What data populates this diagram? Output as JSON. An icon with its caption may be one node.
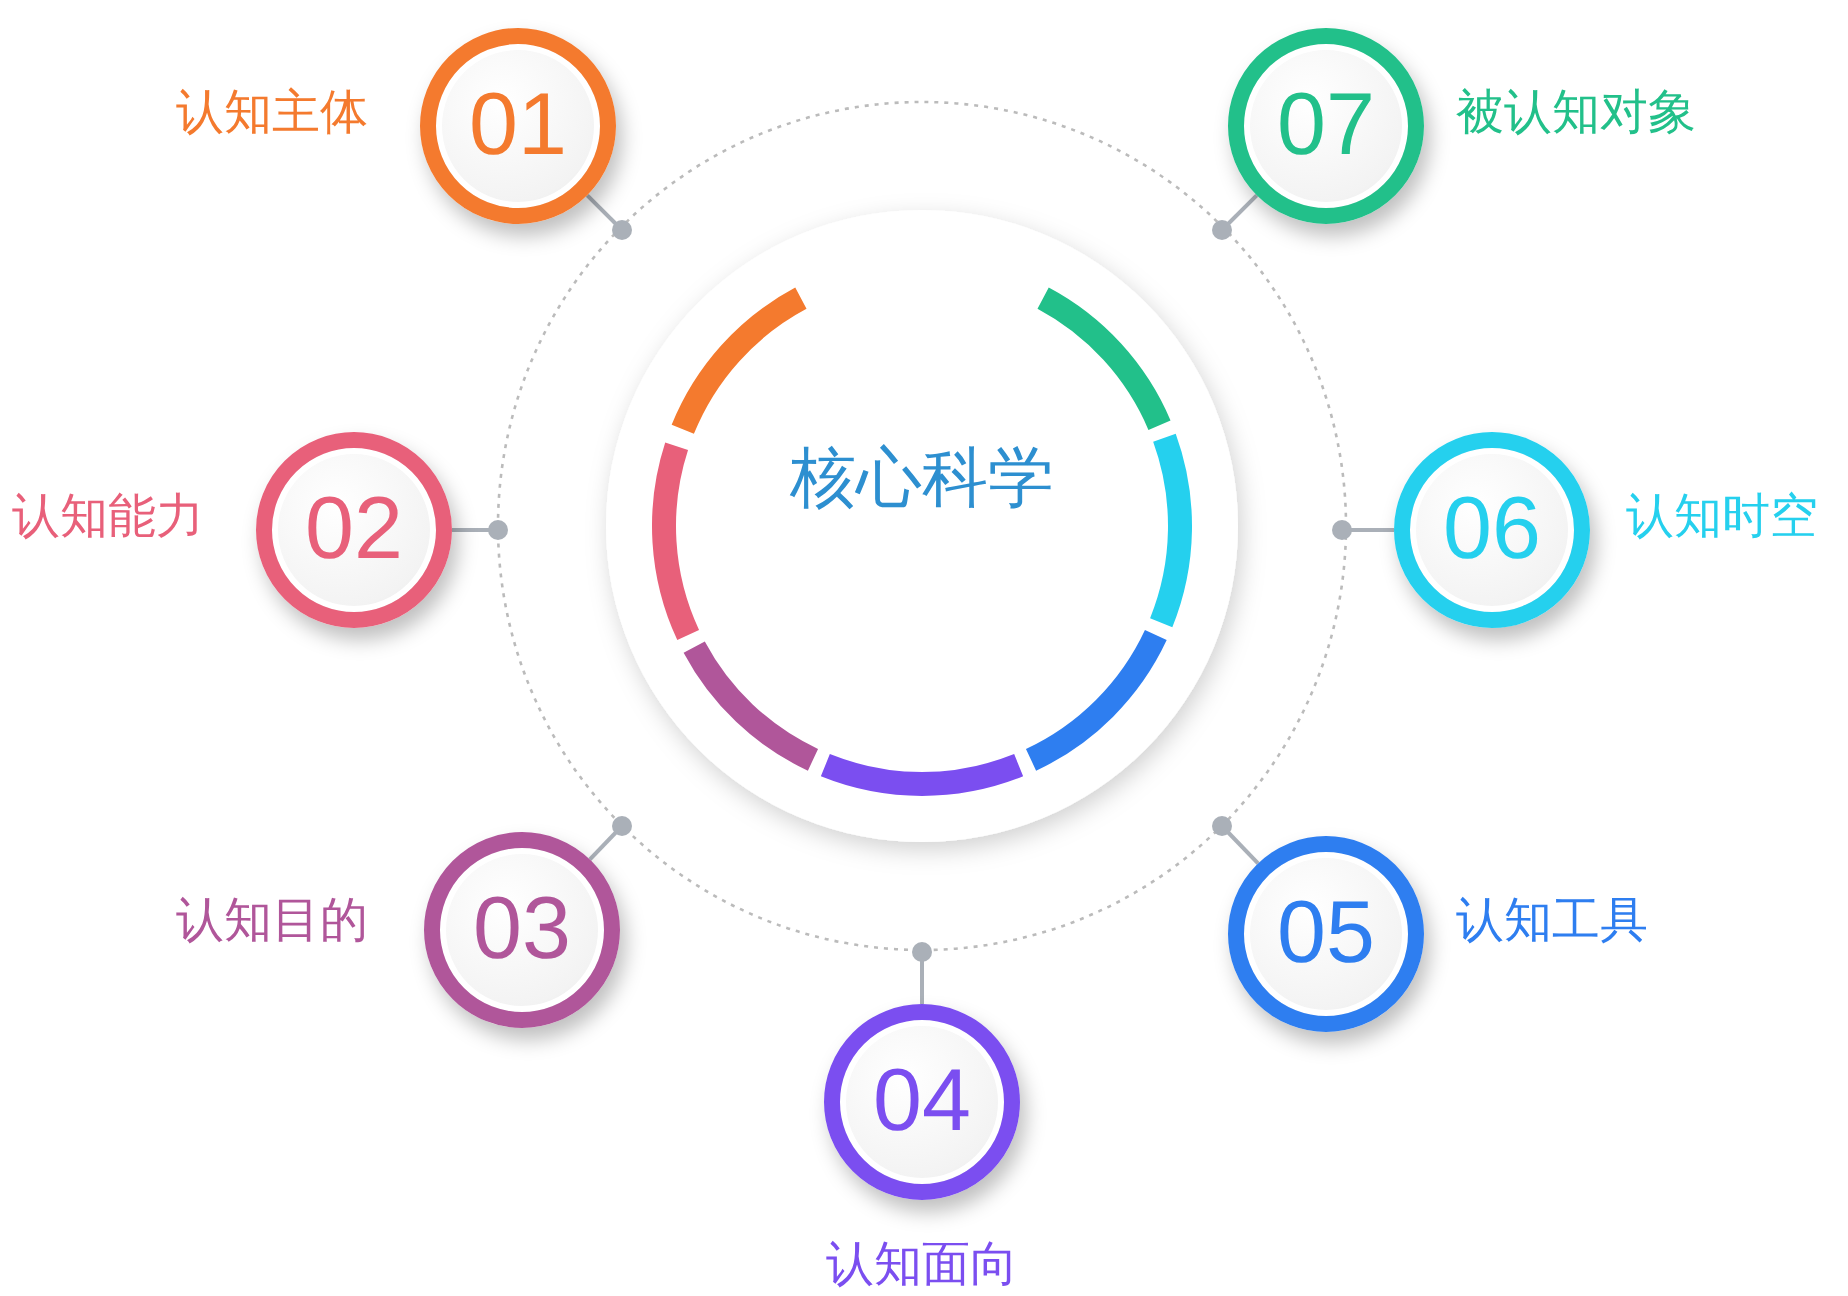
{
  "diagram": {
    "nodes": [
      {
        "text": [
          "核心科学"
        ]
      },
      {
        "text": [
          "01"
        ],
        "beside": [
          "认知主体"
        ]
      },
      {
        "text": [
          "02"
        ],
        "beside": [
          "认知能力"
        ]
      },
      {
        "text": [
          "03"
        ],
        "beside": [
          "认知目的"
        ]
      },
      {
        "text": [
          "04"
        ],
        "beside": [
          "认知面向"
        ]
      },
      {
        "text": [
          "05"
        ],
        "beside": [
          "认知工具"
        ]
      },
      {
        "text": [
          "06"
        ],
        "beside": [
          "认知时空"
        ]
      },
      {
        "text": [
          "07"
        ],
        "beside": [
          "被认知对象"
        ]
      }
    ]
  }
}
